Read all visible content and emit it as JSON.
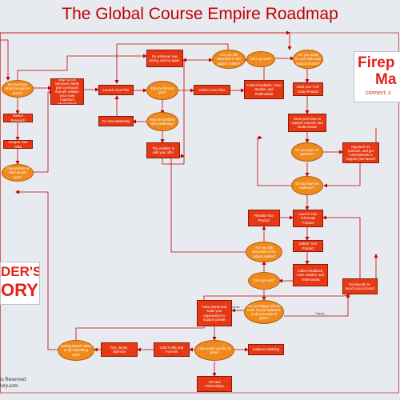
{
  "title": "The Global Course Empire Roadmap",
  "nodes": {
    "know_teach": "Do you know what you want to teach?",
    "market_research": "Market Research",
    "analyze_data": "Analyze Your Data",
    "clear_picture": "Clear picture of what people want?",
    "map_curriculum": "Map out the Minimum Viable pilot curriculum that will validate your most important assumptions",
    "launch_pilot": "Launch Your Pilot",
    "fix_marketing": "Fix Your Marketing",
    "whatever_wrong": "Fix whatever was wrong, and try again.",
    "still_interested_1": "Are you still interested in this subject matter?",
    "fill_pilot": "Did you fill your pilot?",
    "problem_marketing": "Was the problem with marketing?",
    "problem_offer": "The problem is with your offer",
    "deliver_pilot": "Deliver Your Pilot",
    "go_well_1": "Did it go well?",
    "collect_feedback_1": "Collect feedback, Case Studies, and Testimonials",
    "ready_full": "Are you ready for your full-scale product launch?",
    "build_full": "Build your Full-Scale Product",
    "grow_team": "Grow your team to support a launch and student base",
    "want_jv": "Do you want JV partners?",
    "approach_jv": "Approach JV partners, and get commitments to support your launch",
    "been_audience": "Do you have an audience?",
    "rebuild": "Rebuild Your Product",
    "launch_full": "Launch Your Full-Scale Product",
    "still_interested_2": "Are you still interested in the subject matter?",
    "deliver_full": "Deliver Your Product",
    "go_well_2": "Did it go well?",
    "collect_feedback_2": "Collect feedback, Case Studies, and Testimonials",
    "relaunch": "Periodically re-launch your product",
    "how_scale": "How people and scale your organization to support growth",
    "happy": "Are you happy with the scale of your business, or do you want to grow?",
    "getting_bored": "Getting bored? Want to do something new?",
    "test_iterate": "Test, Iterate, Optimize",
    "cold_traffic": "Cold Traffic and Funnels",
    "how_grow": "How would you like to grow?",
    "audience_building": "Audience Building",
    "jvs": "JVs and Partnerships"
  },
  "labels": {
    "grow": "Grow",
    "happy": "Happy"
  },
  "logos": {
    "fire_1": "Firep",
    "fire_2": "Ma",
    "fire_3": "connect. c",
    "story_1": "DER'S",
    "story_2": "ORY"
  },
  "footer": {
    "line1": "ts Reserved.",
    "line2": "tory.com"
  },
  "colors": {
    "title": "#c00000",
    "box": "#e63812",
    "decision": "#f08a1c",
    "arrow": "#c00000",
    "background": "#e7ebef"
  }
}
